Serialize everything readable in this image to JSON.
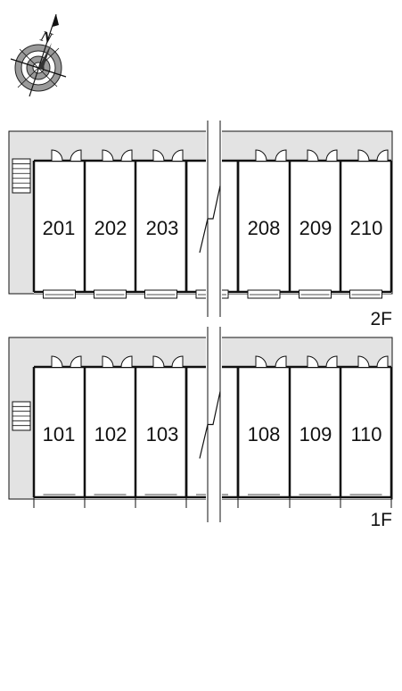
{
  "compass": {
    "north_label": "N",
    "icon": "compass-rose-icon"
  },
  "floors": [
    {
      "id": "2F",
      "label": "2F",
      "rooms_left": [
        "201",
        "202",
        "203"
      ],
      "rooms_right": [
        "208",
        "209",
        "210"
      ]
    },
    {
      "id": "1F",
      "label": "1F",
      "rooms_left": [
        "101",
        "102",
        "103"
      ],
      "rooms_right": [
        "108",
        "109",
        "110"
      ]
    }
  ],
  "colors": {
    "corridor": "#e3e3e3",
    "wall": "#111111",
    "balcony": "#cfcfcf"
  }
}
